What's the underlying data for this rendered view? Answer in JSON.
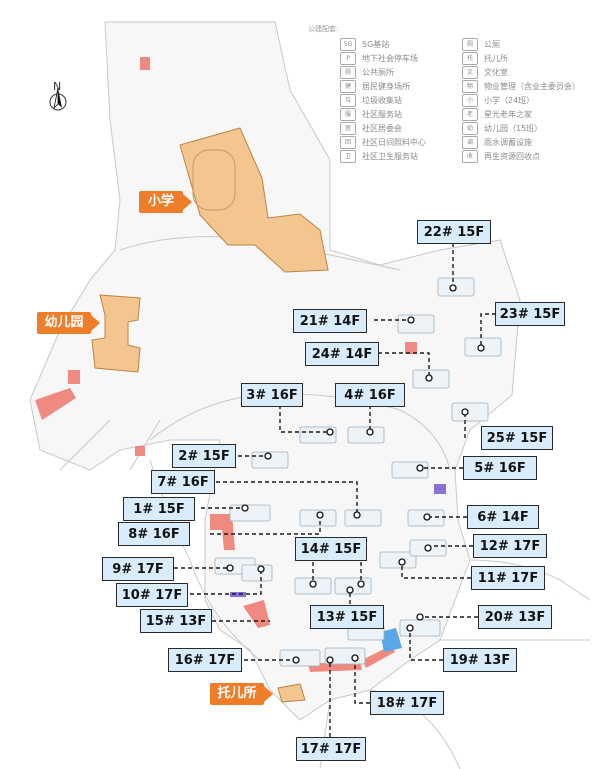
{
  "legend": {
    "title": "公建配套:",
    "items": [
      {
        "icon": "5G",
        "label": "5G基站"
      },
      {
        "icon": "厕",
        "label": "公厕"
      },
      {
        "icon": "P",
        "label": "地下社会停车场"
      },
      {
        "icon": "托",
        "label": "托儿所"
      },
      {
        "icon": "厕",
        "label": "公共厕所"
      },
      {
        "icon": "文",
        "label": "文化室"
      },
      {
        "icon": "健",
        "label": "居民健身场所"
      },
      {
        "icon": "物",
        "label": "物业管理（含业主委员会）"
      },
      {
        "icon": "垃",
        "label": "垃圾收集站"
      },
      {
        "icon": "小",
        "label": "小学（24班）"
      },
      {
        "icon": "服",
        "label": "社区服务站"
      },
      {
        "icon": "老",
        "label": "星光老年之家"
      },
      {
        "icon": "居",
        "label": "社区居委会"
      },
      {
        "icon": "幼",
        "label": "幼儿园（15班）"
      },
      {
        "icon": "回",
        "label": "社区日间照料中心"
      },
      {
        "icon": "调",
        "label": "雨水调蓄设施"
      },
      {
        "icon": "卫",
        "label": "社区卫生服务站"
      },
      {
        "icon": "收",
        "label": "再生资源回收点"
      }
    ]
  },
  "compass": {
    "label": "N"
  },
  "facilities": {
    "school": "小学",
    "kindergarten": "幼儿园",
    "nursery": "托儿所"
  },
  "buildings": [
    {
      "id": "b22",
      "label": "22# 15F"
    },
    {
      "id": "b23",
      "label": "23# 15F"
    },
    {
      "id": "b21",
      "label": "21# 14F"
    },
    {
      "id": "b24",
      "label": "24# 14F"
    },
    {
      "id": "b3",
      "label": "3# 16F"
    },
    {
      "id": "b4",
      "label": "4# 16F"
    },
    {
      "id": "b25",
      "label": "25# 15F"
    },
    {
      "id": "b2",
      "label": "2# 15F"
    },
    {
      "id": "b5",
      "label": "5# 16F"
    },
    {
      "id": "b7",
      "label": "7# 16F"
    },
    {
      "id": "b1",
      "label": "1# 15F"
    },
    {
      "id": "b6",
      "label": "6# 14F"
    },
    {
      "id": "b8",
      "label": "8# 16F"
    },
    {
      "id": "b12",
      "label": "12# 17F"
    },
    {
      "id": "b14",
      "label": "14# 15F"
    },
    {
      "id": "b9",
      "label": "9# 17F"
    },
    {
      "id": "b11",
      "label": "11# 17F"
    },
    {
      "id": "b10",
      "label": "10# 17F"
    },
    {
      "id": "b15",
      "label": "15# 13F"
    },
    {
      "id": "b13",
      "label": "13# 15F"
    },
    {
      "id": "b20",
      "label": "20# 13F"
    },
    {
      "id": "b16",
      "label": "16# 17F"
    },
    {
      "id": "b19",
      "label": "19# 13F"
    },
    {
      "id": "b18",
      "label": "18# 17F"
    },
    {
      "id": "b17",
      "label": "17# 17F"
    }
  ],
  "colors": {
    "label_fill": "#d9ecfb",
    "label_border": "#2a2a2a",
    "facility_tag": "#ee7d2a",
    "school_area": "#f3c58f",
    "red_facility": "#f08a80",
    "purple_facility": "#8a6fd6",
    "blue_facility": "#5aa7e6"
  }
}
